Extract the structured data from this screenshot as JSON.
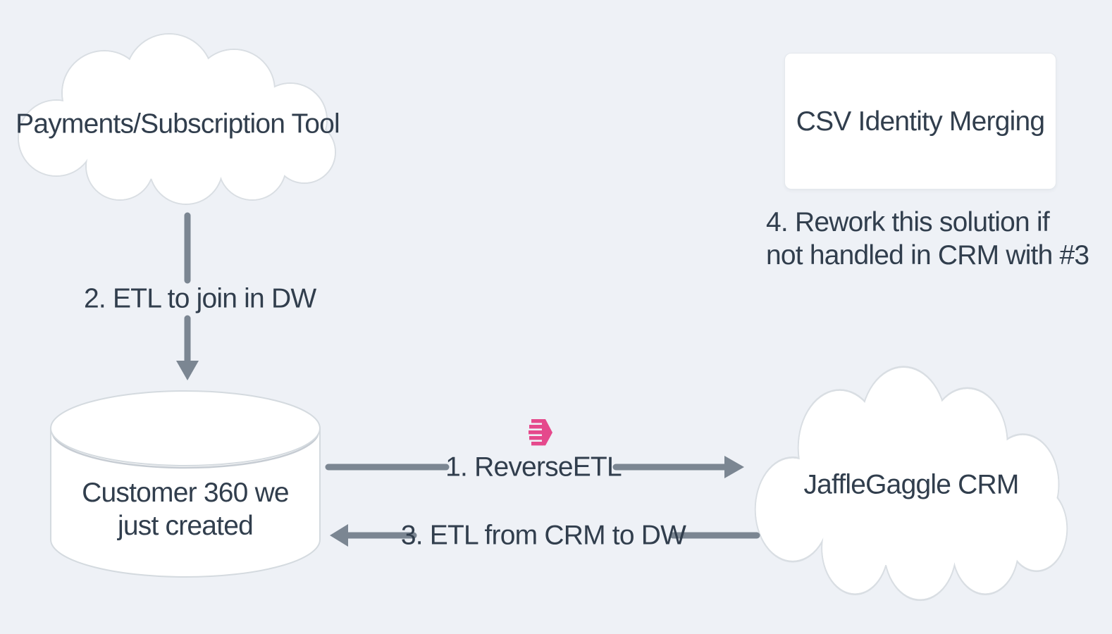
{
  "diagram_title": "Customer 360 data flow diagram",
  "palette": {
    "background": "#eef1f6",
    "node_fill": "#ffffff",
    "node_border": "#d9dee3",
    "arrow_gray": "#7b8692",
    "text_dark": "#313e4d",
    "accent_pink": "#e5498c"
  },
  "nodes": {
    "payments": {
      "shape": "cloud",
      "label": "Payments/Subscription Tool"
    },
    "csv_merge": {
      "shape": "rectangle",
      "label": "CSV Identity Merging"
    },
    "warehouse": {
      "shape": "database-cylinder",
      "lines": [
        "Customer 360 we",
        "just created"
      ]
    },
    "crm": {
      "shape": "cloud",
      "label": "JaffleGaggle CRM"
    }
  },
  "edges": {
    "reverse_etl": {
      "label": "1. ReverseETL",
      "from": "warehouse",
      "to": "crm",
      "direction": "right",
      "icon": "hightouch-icon"
    },
    "etl_join": {
      "label": "2. ETL to join in DW",
      "from": "payments",
      "to": "warehouse",
      "direction": "down"
    },
    "etl_from_crm": {
      "label": "3. ETL from CRM to DW",
      "from": "crm",
      "to": "warehouse",
      "direction": "left"
    }
  },
  "note": {
    "lines": [
      "4. Rework this solution if",
      "not handled in CRM with #3"
    ]
  }
}
